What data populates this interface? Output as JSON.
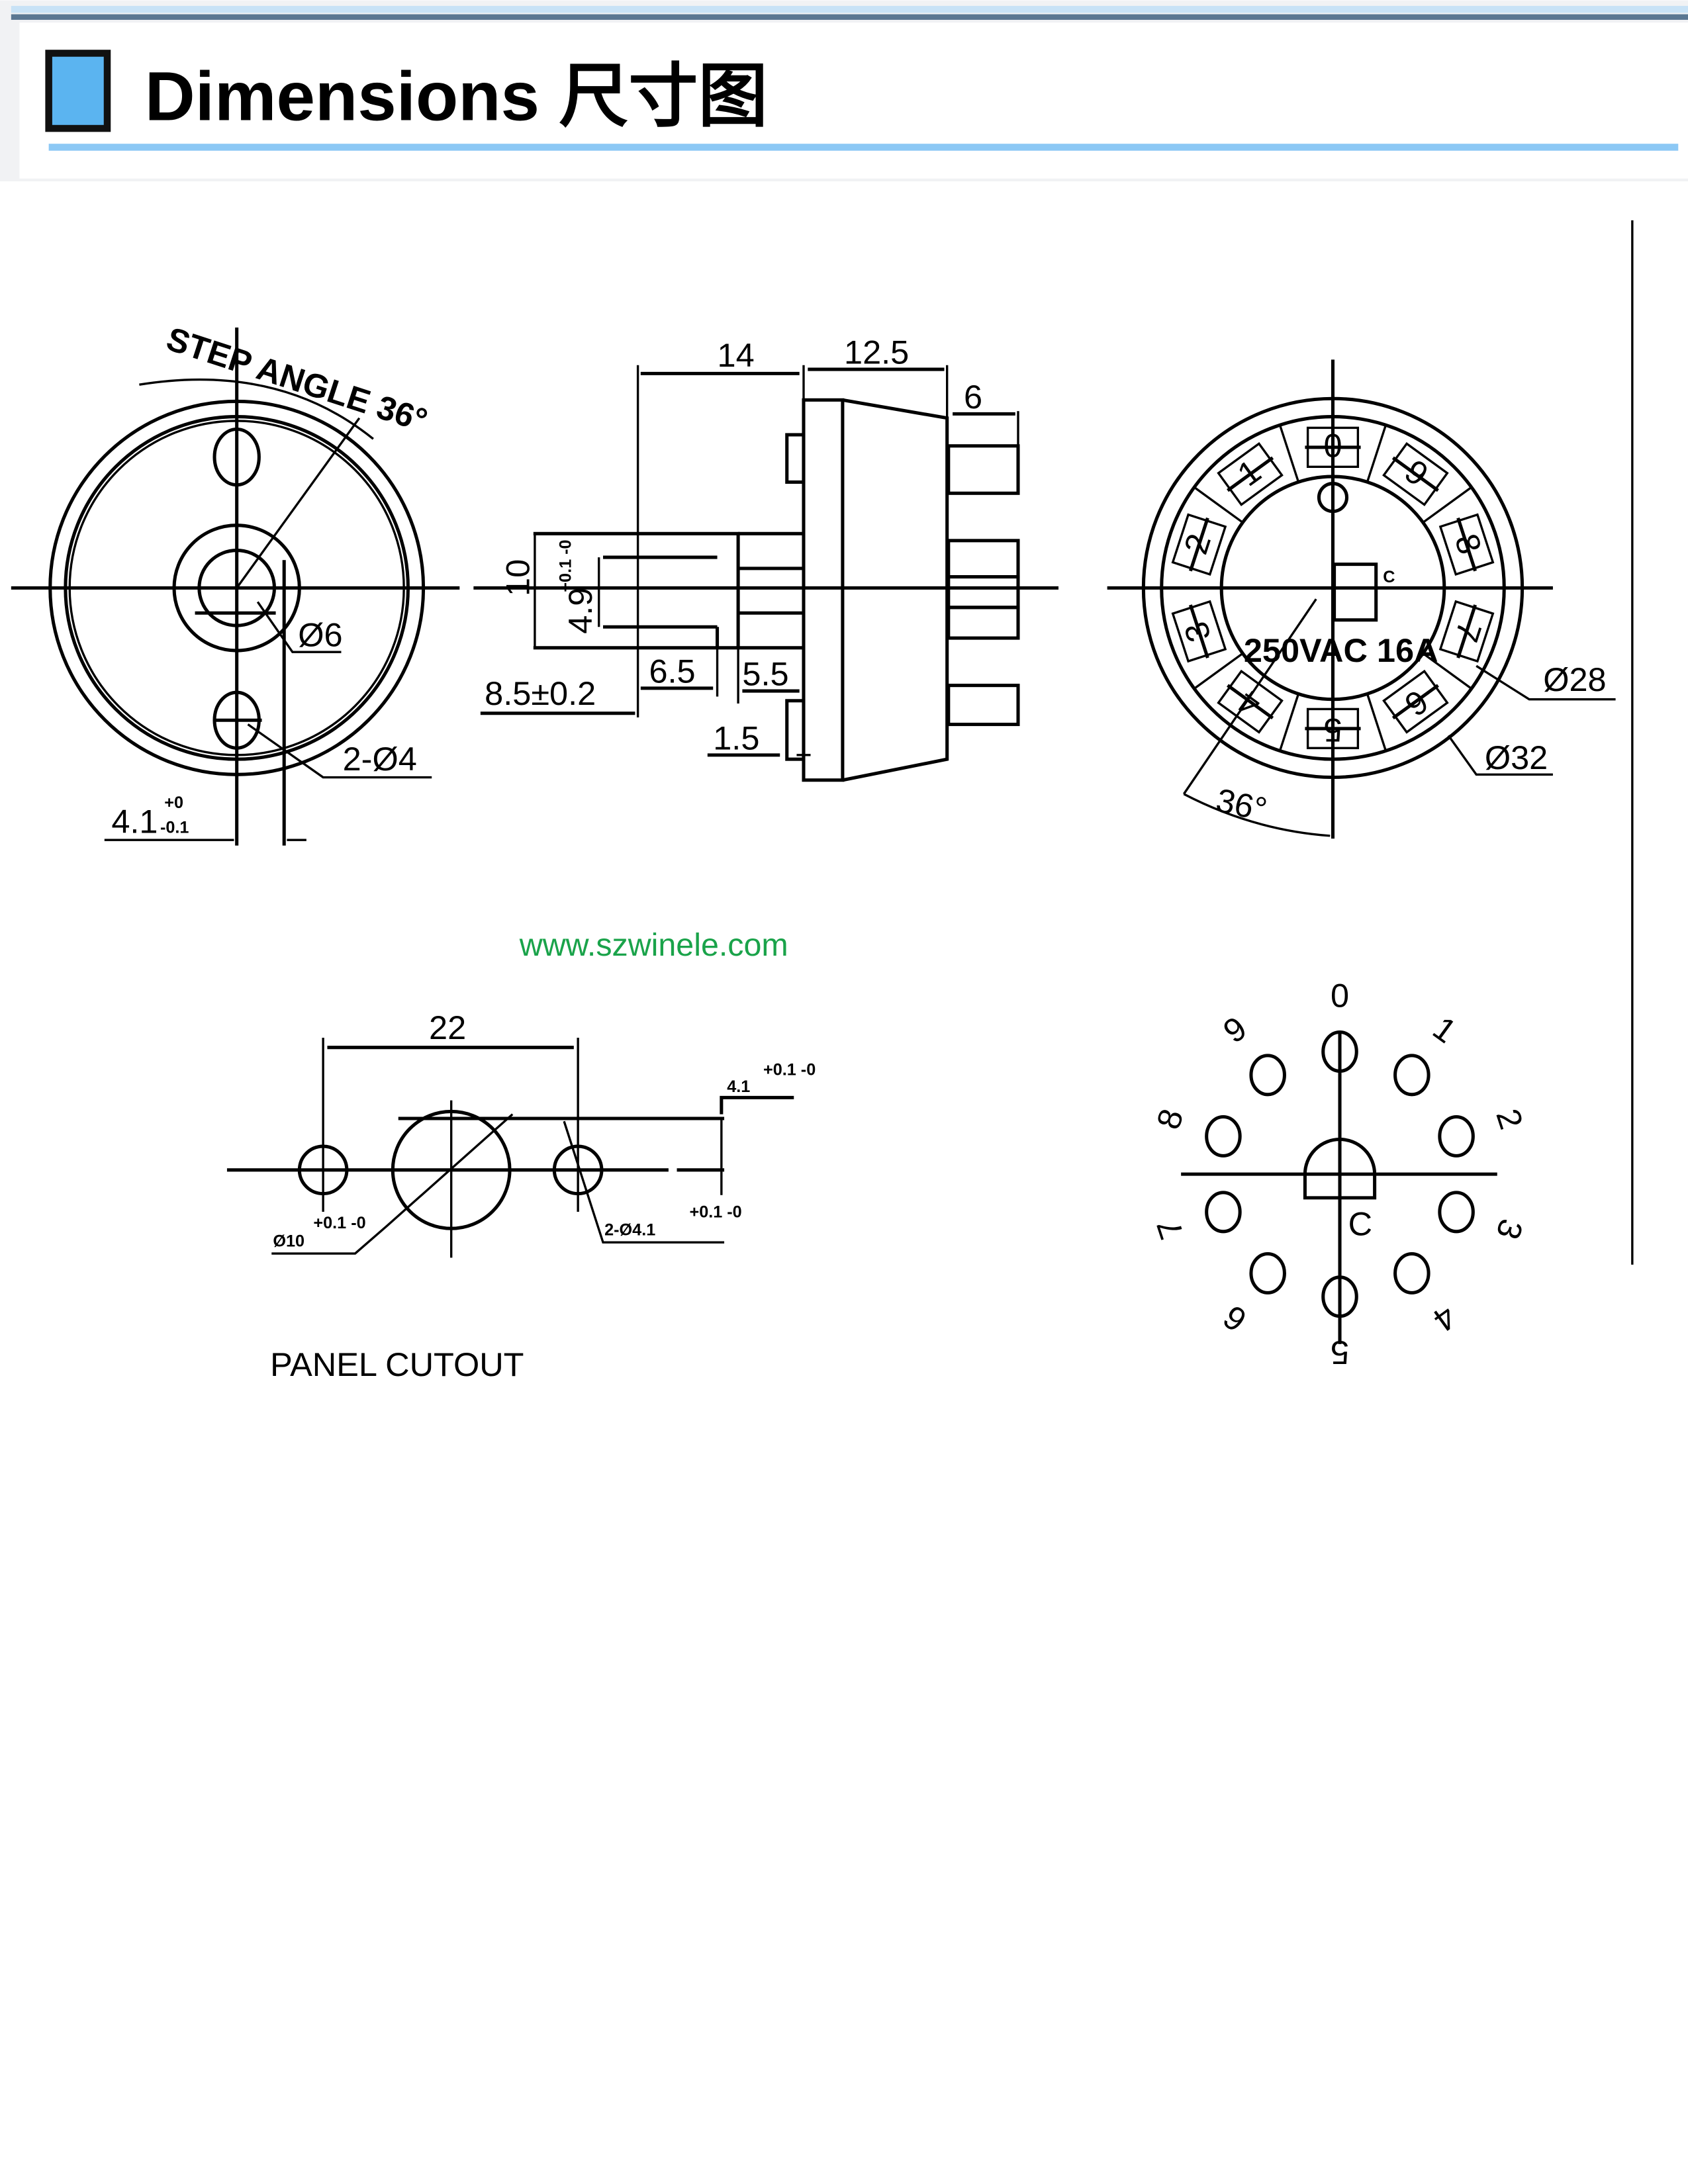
{
  "header": {
    "title": "Dimensions 尺寸图",
    "accent_color": "#5bb4f0",
    "rule_color": "#8cc8f5"
  },
  "front_view": {
    "step_angle_label": "STEP ANGLE 36°",
    "shaft_diameter": "Ø6",
    "holes": "2-Ø4",
    "offset": "4.1",
    "offset_tol_upper": "+0",
    "offset_tol_lower": "-0.1"
  },
  "side_view": {
    "dim_14": "14",
    "dim_12_5": "12.5",
    "dim_6": "6",
    "dim_10": "10",
    "dim_4_9": "4.9",
    "dim_4_9_tol": "+0.1 -0",
    "dim_6_5": "6.5",
    "dim_5_5": "5.5",
    "dim_8_5": "8.5±0.2",
    "dim_1_5": "1.5"
  },
  "rear_view": {
    "rating": "250VAC 16A",
    "common_label": "C",
    "d28": "Ø28",
    "d32": "Ø32",
    "angle": "36°",
    "terminal_numbers": [
      "0",
      "1",
      "2",
      "3",
      "4",
      "5",
      "6",
      "7",
      "8",
      "9"
    ]
  },
  "watermark": {
    "url": "www.szwinele.com",
    "color": "#1aa34a"
  },
  "panel_cutout": {
    "title": "PANEL CUTOUT",
    "dim_22": "22",
    "dim_4_1": "4.1",
    "dim_4_1_tol": "+0.1 -0",
    "center_hole": "Ø10",
    "center_hole_tol": "+0.1 -0",
    "side_holes": "2-Ø4.1",
    "side_holes_tol": "+0.1 -0"
  },
  "layout_diagram": {
    "positions": [
      "0",
      "1",
      "2",
      "3",
      "4",
      "5",
      "6",
      "7",
      "8",
      "9"
    ],
    "common_label": "C"
  }
}
